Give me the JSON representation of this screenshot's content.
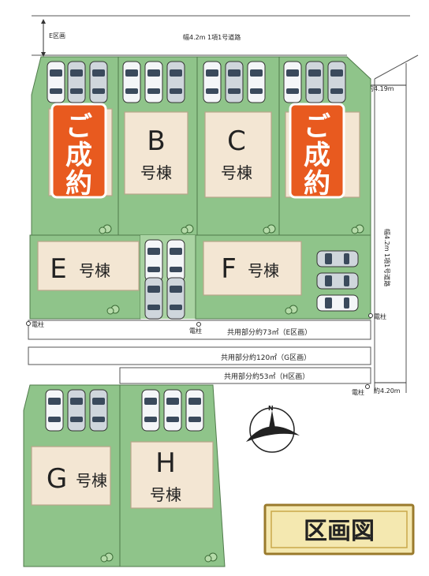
{
  "map_title": "区画図",
  "compass_label": "N",
  "roads": {
    "north": "幅4.2m 1項1号道路",
    "north_dim": "E区画",
    "east": "幅4.2m 1項1号道路",
    "east_width_top": "約4.19m",
    "east_width_bottom": "約4.20m"
  },
  "lots": [
    {
      "id": "A",
      "status": "ご成約",
      "label": ""
    },
    {
      "id": "B",
      "status": "",
      "label_top": "B",
      "label_bottom": "号棟"
    },
    {
      "id": "C",
      "status": "",
      "label_top": "C",
      "label_bottom": "号棟"
    },
    {
      "id": "D",
      "status": "ご成約",
      "label": ""
    },
    {
      "id": "E",
      "status": "",
      "label_top": "E",
      "label_bottom": "号棟"
    },
    {
      "id": "F",
      "status": "",
      "label_top": "F",
      "label_bottom": "号棟"
    },
    {
      "id": "G",
      "status": "",
      "label_top": "G",
      "label_bottom": "号棟"
    },
    {
      "id": "H",
      "status": "",
      "label_top": "H",
      "label_bottom": "号棟"
    }
  ],
  "sold_text": {
    "char1": "ご",
    "char2": "成",
    "char3": "約"
  },
  "common_areas": [
    {
      "label": "共用部分約73㎡（E区画）"
    },
    {
      "label": "共用部分約120㎡（G区画）"
    },
    {
      "label": "共用部分約53㎡（H区画）"
    }
  ],
  "poles": {
    "label": "電柱"
  }
}
